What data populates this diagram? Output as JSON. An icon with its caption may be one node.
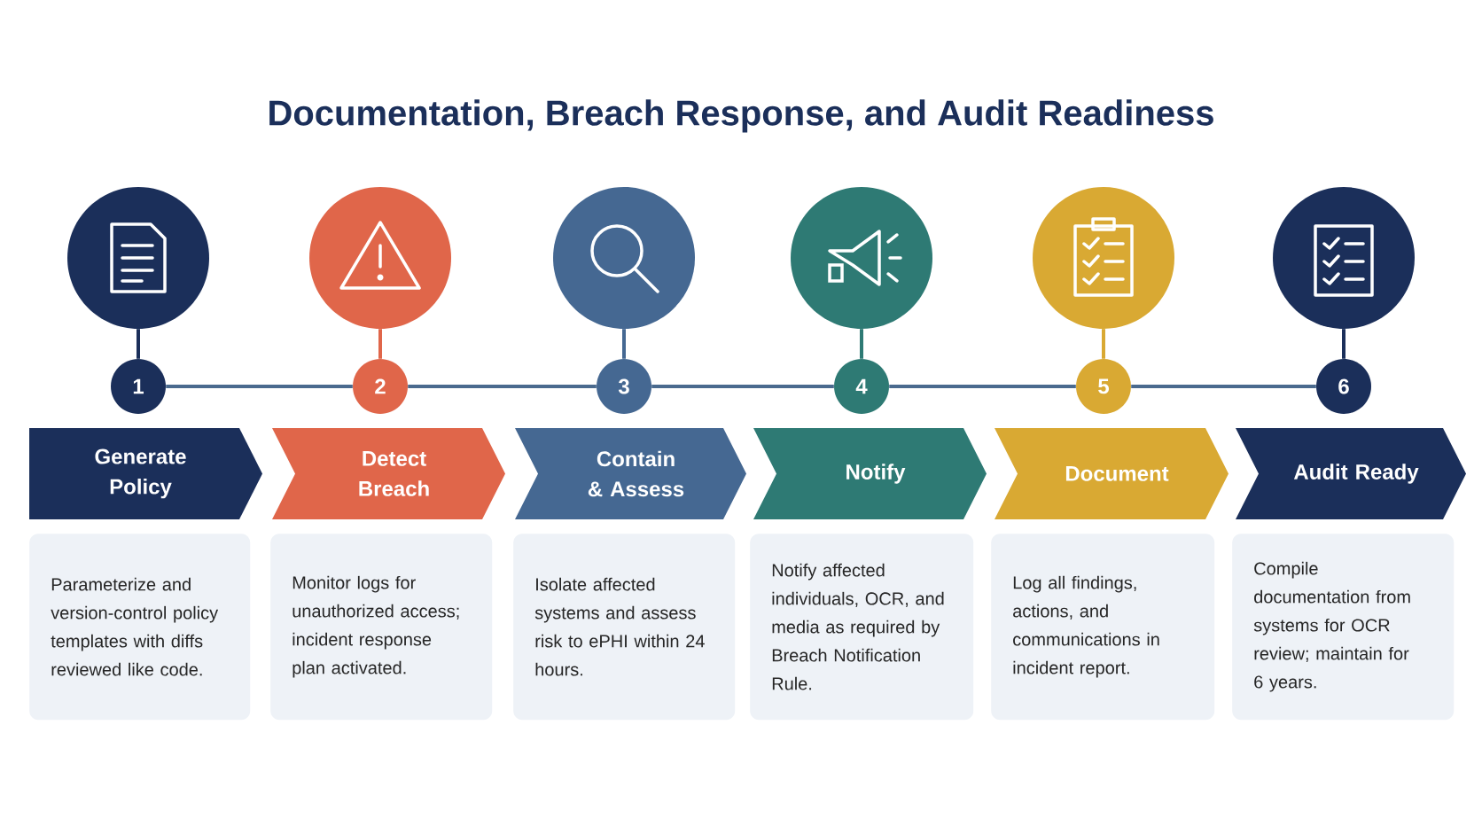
{
  "diagram": {
    "title": "Documentation, Breach Response, and Audit Readiness",
    "nodes": [
      {
        "text": [],
        "shape": "circle"
      },
      {
        "text": [],
        "shape": "circle"
      },
      {
        "text": [],
        "shape": "circle"
      },
      {
        "text": [],
        "shape": "circle"
      },
      {
        "text": [],
        "shape": "circle"
      },
      {
        "text": [],
        "shape": "circle"
      },
      {
        "text": [
          "1"
        ]
      },
      {
        "text": [
          "2"
        ]
      },
      {
        "text": [
          "3"
        ]
      },
      {
        "text": [
          "4"
        ]
      },
      {
        "text": [
          "5"
        ]
      },
      {
        "text": [
          "6"
        ]
      },
      {
        "text": [
          "Generate Policy"
        ]
      },
      {
        "text": [
          "Detect Breach"
        ]
      },
      {
        "text": [
          "Contain & Assess"
        ]
      },
      {
        "text": [
          "Notify"
        ]
      },
      {
        "text": [
          "Document"
        ]
      },
      {
        "text": [
          "Audit Ready"
        ]
      },
      {
        "text": [
          "Parameterize and version-control policy templates with diffs reviewed like code."
        ]
      },
      {
        "text": [
          "Monitor logs for unauthorized access; incident response plan activated."
        ]
      },
      {
        "text": [
          "Isolate affected systems and assess risk to ePHI within 24 hours."
        ]
      },
      {
        "text": [
          "Notify affected individuals, OCR, and media as required by Breach Notification Rule."
        ]
      },
      {
        "text": [
          "Log all findings, actions, and communications in incident report."
        ]
      },
      {
        "text": [
          "Compile documentation from systems for OCR review; maintain for 6 years."
        ]
      }
    ],
    "edges": [
      {
        "from": 0,
        "to": 6,
        "arrow": "none",
        "color": "#1b2f5a"
      },
      {
        "from": 1,
        "to": 7,
        "arrow": "none",
        "color": "#e0664a"
      },
      {
        "from": 2,
        "to": 8,
        "arrow": "none",
        "color": "#456892"
      },
      {
        "from": 3,
        "to": 9,
        "arrow": "none",
        "color": "#2e7a74"
      },
      {
        "from": 4,
        "to": 10,
        "arrow": "none",
        "color": "#d9a933"
      },
      {
        "from": 5,
        "to": 11,
        "arrow": "none",
        "color": "#1b2f5a"
      },
      {
        "from": 6,
        "to": 7,
        "arrow": "none"
      },
      {
        "from": 7,
        "to": 8,
        "arrow": "none"
      },
      {
        "from": 8,
        "to": 9,
        "arrow": "none"
      },
      {
        "from": 9,
        "to": 10,
        "arrow": "none"
      },
      {
        "from": 10,
        "to": 11,
        "arrow": "none"
      }
    ]
  }
}
